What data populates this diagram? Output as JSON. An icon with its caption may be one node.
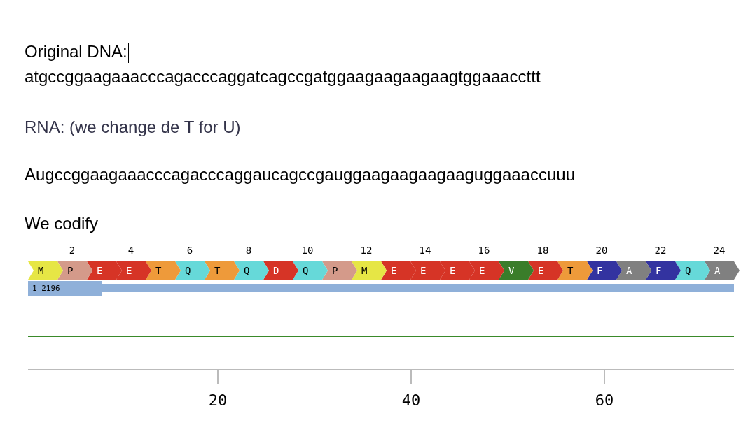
{
  "diagram": {
    "labels": [
      "Original DNA:",
      "atgccggaagaaacccagacccaggatcagccgatggaagaagaagaagtggaaaccttt",
      "RNA: (we change de T for U)",
      "Augccggaagaaacccagacccaggaucagccgauggaagaagaagaaguggaaaccuuu",
      "We codify",
      "2",
      "4",
      "6",
      "8",
      "10",
      "12",
      "14",
      "16",
      "18",
      "20",
      "22",
      "24",
      "M",
      "P",
      "E",
      "E",
      "T",
      "Q",
      "T",
      "Q",
      "D",
      "Q",
      "P",
      "M",
      "E",
      "E",
      "E",
      "E",
      "V",
      "E",
      "T",
      "F",
      "A",
      "F",
      "Q",
      "A",
      "1-2196",
      "20",
      "40",
      "60"
    ]
  }
}
